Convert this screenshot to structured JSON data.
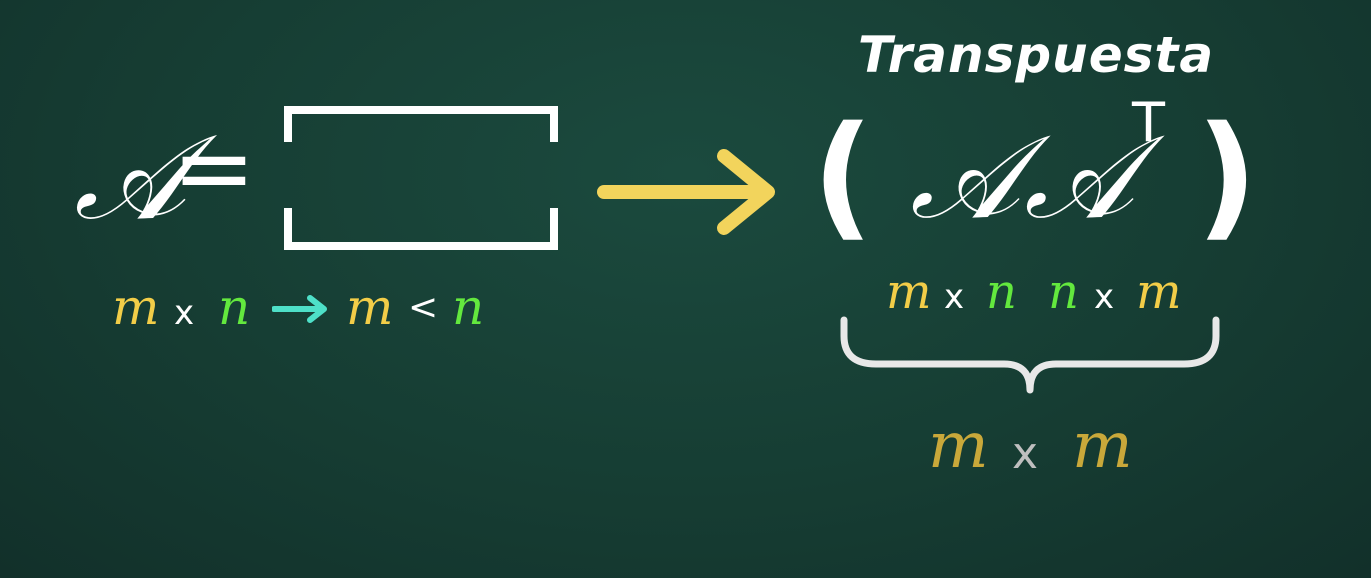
{
  "left": {
    "matrix_symbol": "𝒜",
    "equals": "=",
    "dimensions": {
      "m": "m",
      "times": "x",
      "n": "n",
      "relation": "<",
      "m2": "m",
      "n2": "n"
    }
  },
  "right": {
    "title": "Transpuesta",
    "open_paren": "(",
    "close_paren": ")",
    "matrix_a": "𝒜",
    "matrix_at": "𝒜",
    "transpose_mark": "T",
    "dims_a": {
      "m": "m",
      "times": "x",
      "n": "n"
    },
    "dims_at": {
      "n": "n",
      "times": "x",
      "m": "m"
    },
    "result": {
      "m": "m",
      "times": "x",
      "m2": "m"
    }
  },
  "colors": {
    "background": "#163d33",
    "m_color": "#f2cd48",
    "n_color": "#63e83e",
    "arrow_main": "#f2d45c",
    "arrow_small": "#4ee0c8",
    "result_m_color": "#c9a83a",
    "result_x_color": "#bfbfbf",
    "brace": "#e8e8e8"
  },
  "icons": {
    "main_arrow": "arrow-right-icon",
    "small_arrow": "arrow-right-icon",
    "bracket": "matrix-bracket-icon",
    "brace": "underbrace-icon"
  }
}
